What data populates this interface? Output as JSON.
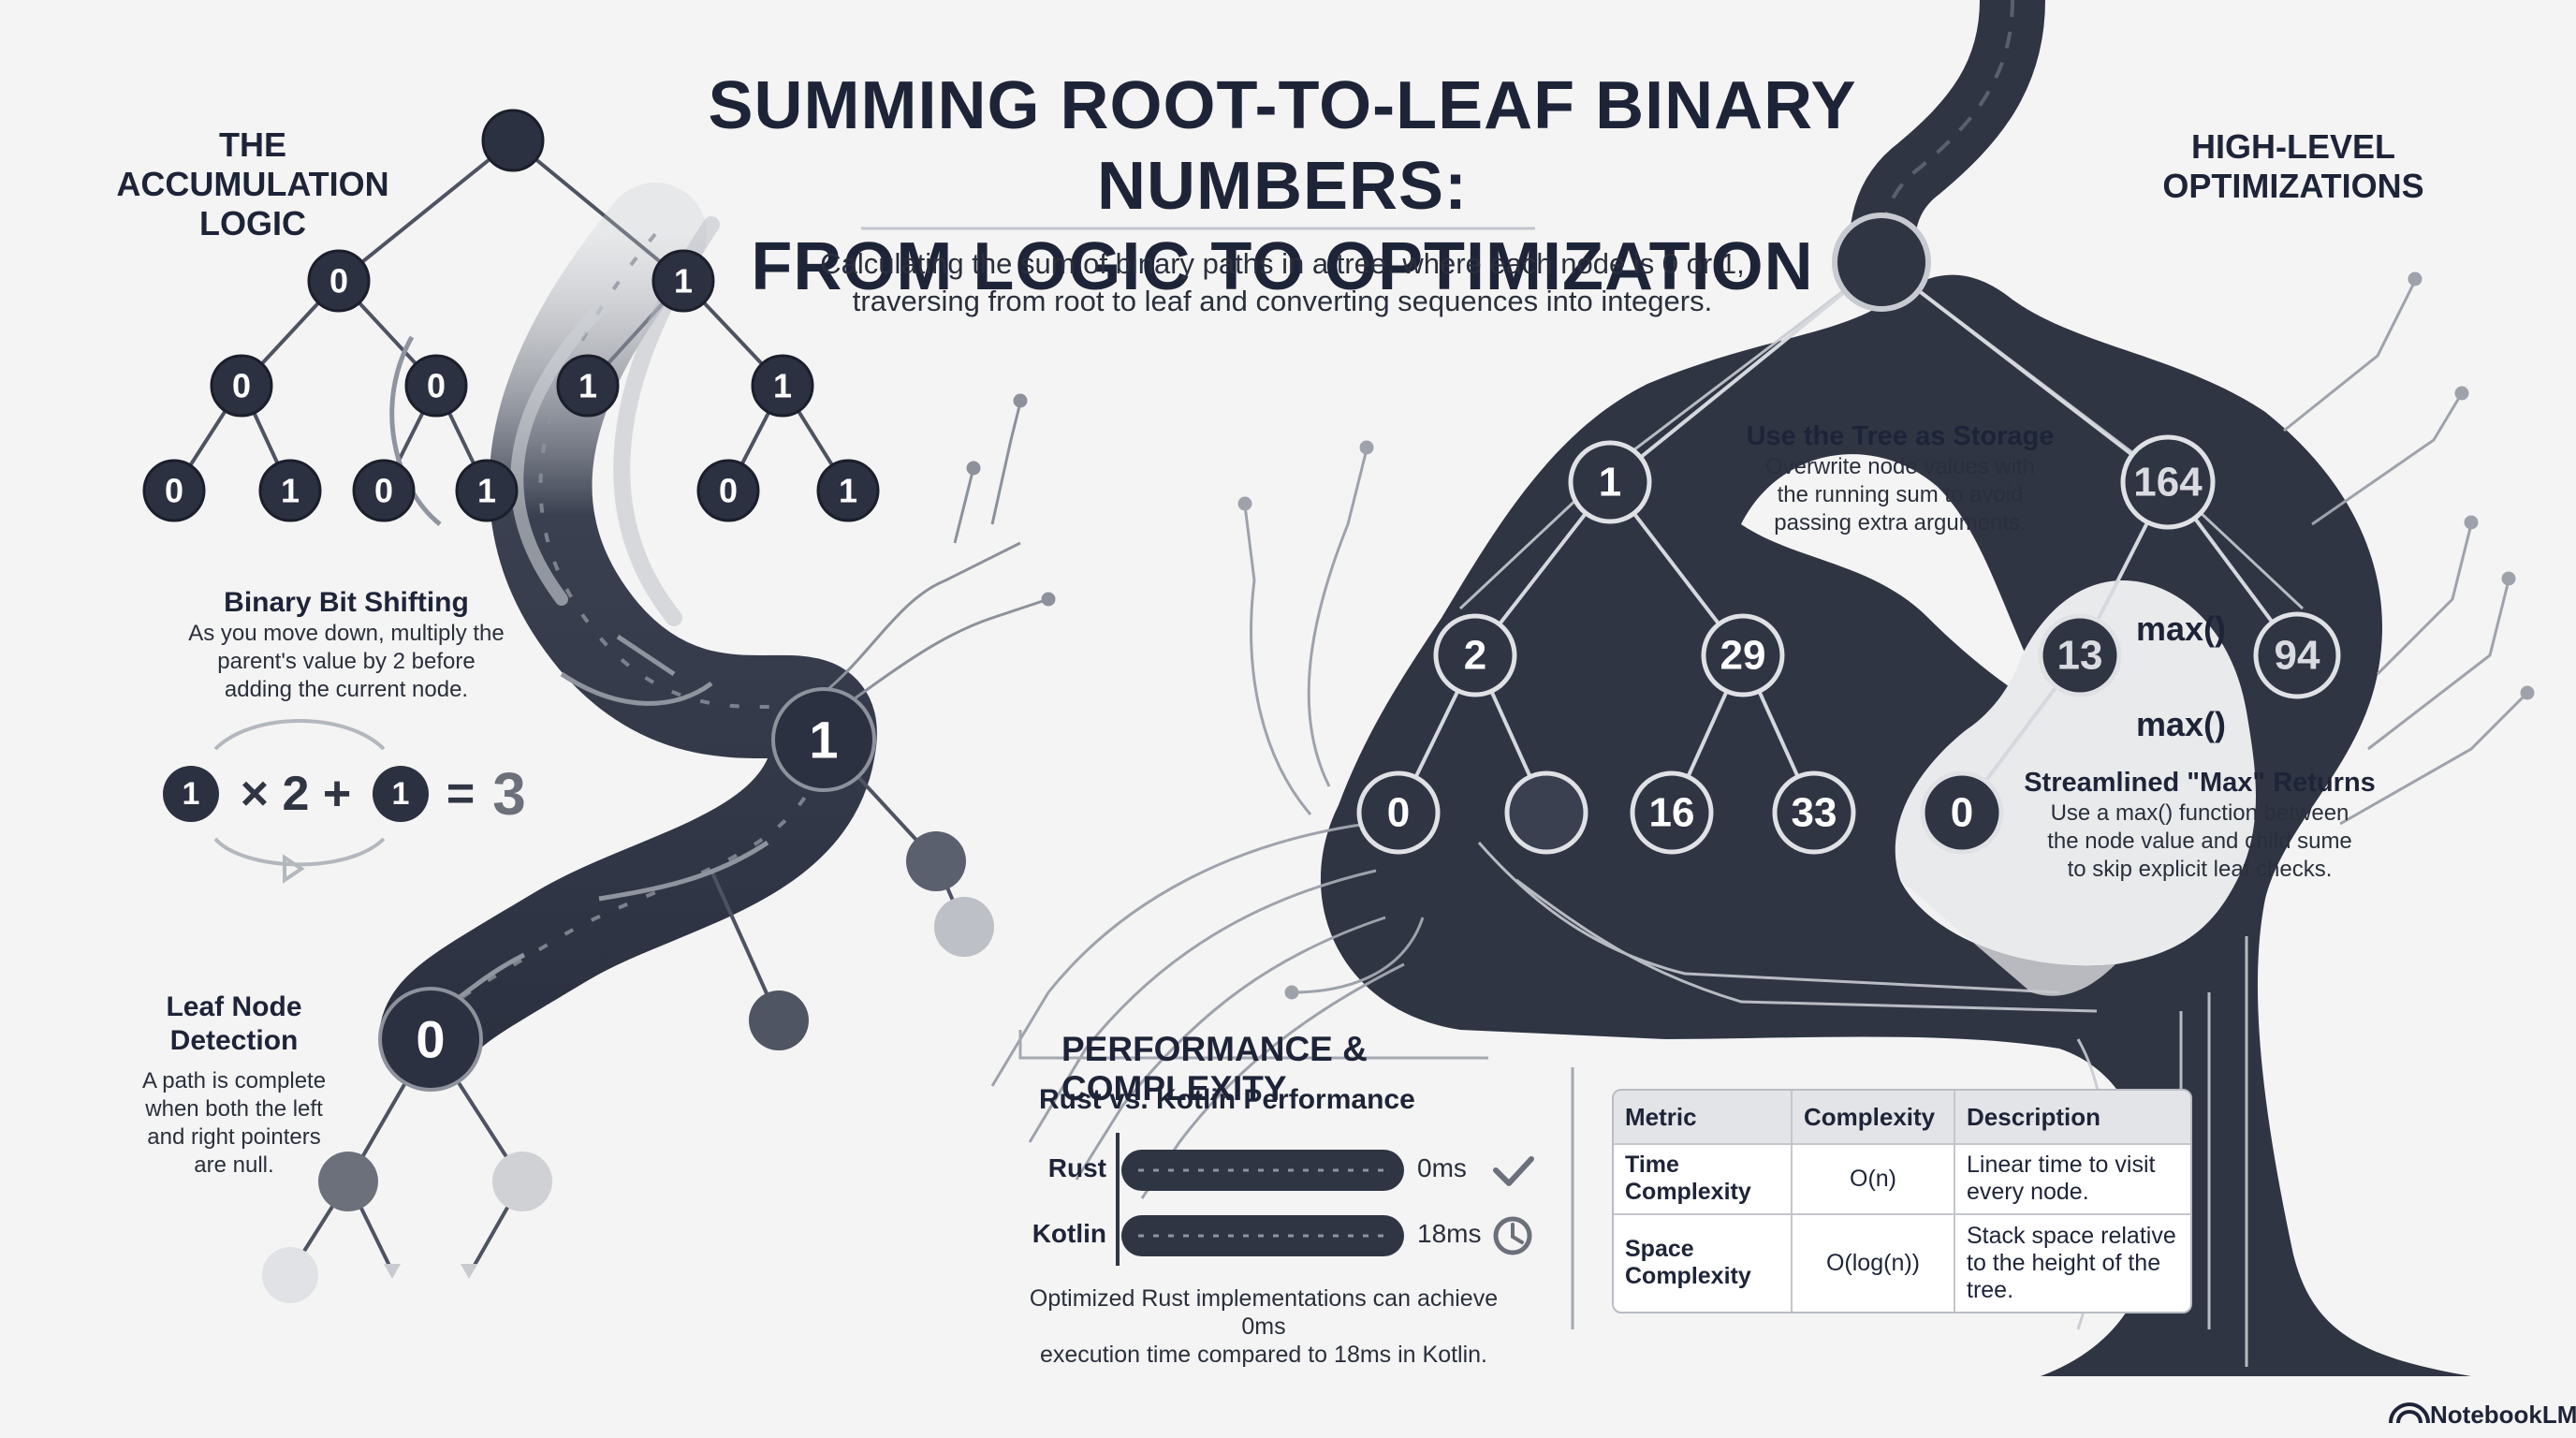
{
  "title_line1": "SUMMING ROOT-TO-LEAF BINARY NUMBERS:",
  "title_line2": "FROM LOGIC TO OPTIMIZATION",
  "subtitle_line1": "Calculating the sum of binary paths in a tree, where each node is 0 or 1,",
  "subtitle_line2": "traversing from root to leaf and converting sequences into integers.",
  "left_section": {
    "title": [
      "THE",
      "ACCUMULATION",
      "LOGIC"
    ],
    "tree_nodes": [
      "0",
      "1",
      "0",
      "0",
      "1",
      "1",
      "0",
      "1",
      "0",
      "1",
      "0",
      "1"
    ],
    "path_nodes": [
      "1",
      "0"
    ],
    "bit_shift": {
      "heading": "Binary Bit Shifting",
      "text": [
        "As you move down, multiply the",
        "parent's value by 2 before",
        "adding the current node."
      ],
      "eq_a": "1",
      "eq_times": "× 2 +",
      "eq_b": "1",
      "eq_equals": "=",
      "eq_result": "3"
    },
    "leaf": {
      "heading": [
        "Leaf Node",
        "Detection"
      ],
      "text": [
        "A path is complete",
        "when both the left",
        "and right pointers",
        "are null."
      ]
    }
  },
  "right_section": {
    "title": [
      "HIGH-LEVEL",
      "OPTIMIZATIONS"
    ],
    "storage": {
      "heading": "Use the Tree as Storage",
      "text": [
        "Overwrite node values with",
        "the running sum to avoid",
        "passing extra arguments."
      ]
    },
    "tree_left_nodes": [
      "1",
      "2",
      "29",
      "0",
      "",
      "16",
      "33"
    ],
    "tree_right_nodes": [
      "164",
      "13",
      "94",
      "0"
    ],
    "max_labels": [
      "max()",
      "max()"
    ],
    "max_returns": {
      "heading": "Streamlined \"Max\" Returns",
      "text": [
        "Use a max() function between",
        "the node value and child sume",
        "to skip explicit leaf checks."
      ]
    }
  },
  "performance": {
    "title": "PERFORMANCE & COMPLEXITY",
    "subtitle": "Rust vs. Kotlin Performance",
    "bars": [
      {
        "label": "Rust",
        "value": "0ms",
        "icon": "check-icon"
      },
      {
        "label": "Kotlin",
        "value": "18ms",
        "icon": "clock-icon"
      }
    ],
    "note": [
      "Optimized Rust implementations can achieve 0ms",
      "execution time compared to 18ms in Kotlin."
    ],
    "table": {
      "headers": [
        "Metric",
        "Complexity",
        "Description"
      ],
      "rows": [
        {
          "metric": "Time Complexity",
          "complexity": "O(n)",
          "description": "Linear time to visit every node."
        },
        {
          "metric": "Space Complexity",
          "complexity": "O(log(n))",
          "description": "Stack space relative to the height of the tree."
        }
      ]
    }
  },
  "brand": "NotebookLM",
  "colors": {
    "dark": "#2f3543",
    "node": "#2b3140",
    "accent": "#1e2438",
    "light_gray": "#c8cacf"
  }
}
